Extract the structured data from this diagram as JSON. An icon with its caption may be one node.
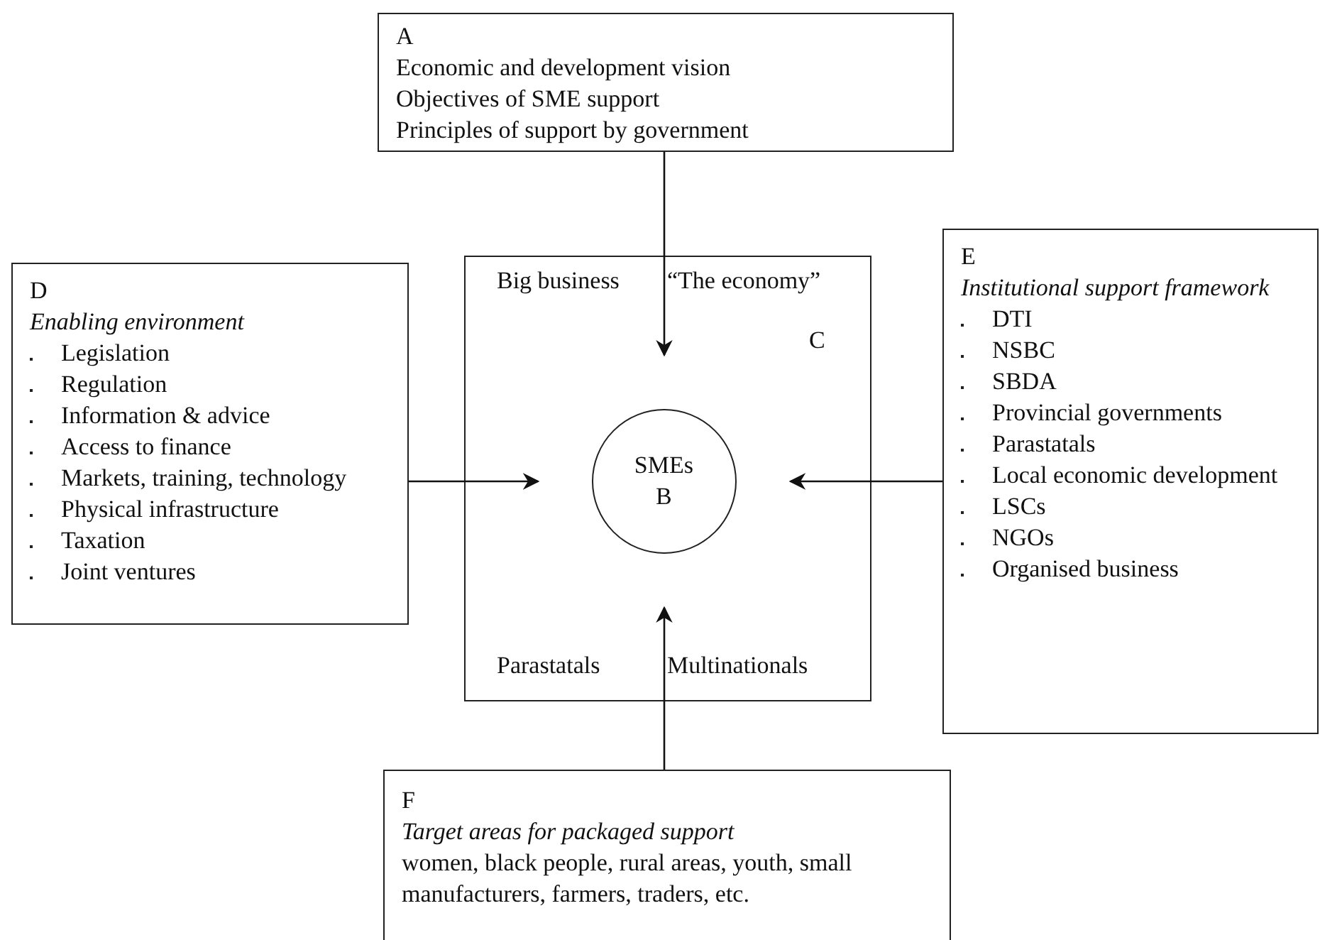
{
  "diagram": {
    "nodes": [
      {
        "text": [
          "A",
          "Economic and development vision",
          "Objectives of SME support",
          "Principles of support by government"
        ]
      },
      {
        "text": [
          "Big business",
          "“The economy”",
          "C",
          "Parastatals",
          "Multinationals"
        ]
      },
      {
        "text": [
          "SMEs",
          "B"
        ],
        "in": 1
      },
      {
        "text": [
          "D",
          "Enabling environment",
          "Legislation",
          "Regulation",
          "Information & advice",
          "Access to finance",
          "Markets, training, technology",
          "Physical infrastructure",
          "Taxation",
          "Joint ventures"
        ]
      },
      {
        "text": [
          "E",
          "Institutional support framework",
          "DTI",
          "NSBC",
          "SBDA",
          "Provincial governments",
          "Parastatals",
          "Local economic development",
          "LSCs",
          "NGOs",
          "Organised business"
        ]
      },
      {
        "text": [
          "F",
          "Target areas for packaged support",
          "women, black people, rural areas, youth, small manufacturers, farmers, traders, etc."
        ]
      }
    ],
    "edges": [
      {
        "from": 0,
        "to": 2,
        "arrow": "to"
      },
      {
        "from": 3,
        "to": 2,
        "arrow": "to"
      },
      {
        "from": 4,
        "to": 2,
        "arrow": "to"
      },
      {
        "from": 5,
        "to": 2,
        "arrow": "to"
      }
    ]
  }
}
